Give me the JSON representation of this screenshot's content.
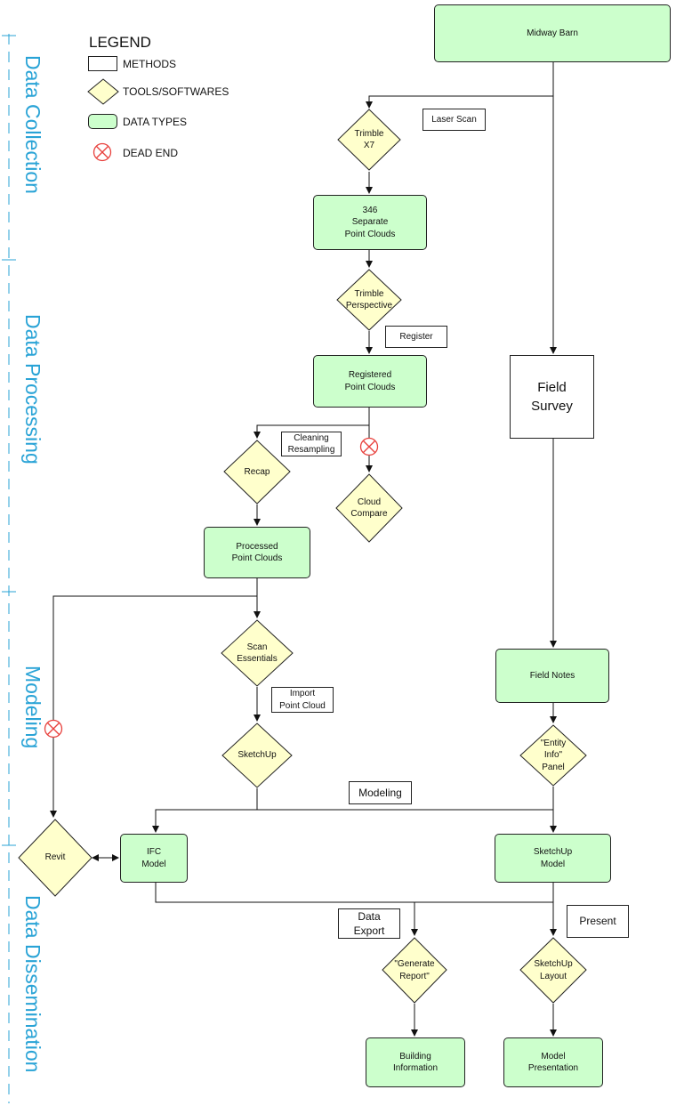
{
  "legend": {
    "title": "LEGEND",
    "methods": "METHODS",
    "tools": "TOOLS/SOFTWARES",
    "data_types": "DATA TYPES",
    "dead_end": "DEAD END"
  },
  "phases": {
    "collection": "Data Collection",
    "processing": "Data Processing",
    "modeling": "Modeling",
    "dissemination": "Data Dissemination"
  },
  "data_types": {
    "midway_barn": "Midway Barn",
    "separate_clouds": "346\nSeparate\nPoint Clouds",
    "registered_clouds": "Registered\nPoint Clouds",
    "processed_clouds": "Processed\nPoint Clouds",
    "field_notes": "Field Notes",
    "ifc_model": "IFC\nModel",
    "sketchup_model": "SketchUp\nModel",
    "building_info": "Building\nInformation",
    "model_presentation": "Model\nPresentation"
  },
  "tools": {
    "trimble_x7": "Trimble\nX7",
    "trimble_perspective": "Trimble\nPerspective",
    "recap": "Recap",
    "cloud_compare": "Cloud\nCompare",
    "scan_essentials": "Scan\nEssentials",
    "sketchup": "SketchUp",
    "entity_info": "\"Entity\nInfo\"\nPanel",
    "revit": "Revit",
    "generate_report": "\"Generate\nReport\"",
    "sketchup_layout": "SketchUp\nLayout"
  },
  "methods": {
    "laser_scan": "Laser Scan",
    "register": "Register",
    "cleaning": "Cleaning\nResampling",
    "field_survey": "Field\nSurvey",
    "import_cloud": "Import\nPoint Cloud",
    "modeling": "Modeling",
    "data_export": "Data\nExport",
    "present": "Present"
  },
  "colors": {
    "data_fill": "#ccffcc",
    "tool_fill": "#ffffcc",
    "phase_text": "#29a3d6",
    "dead_end": "#e8403c"
  }
}
